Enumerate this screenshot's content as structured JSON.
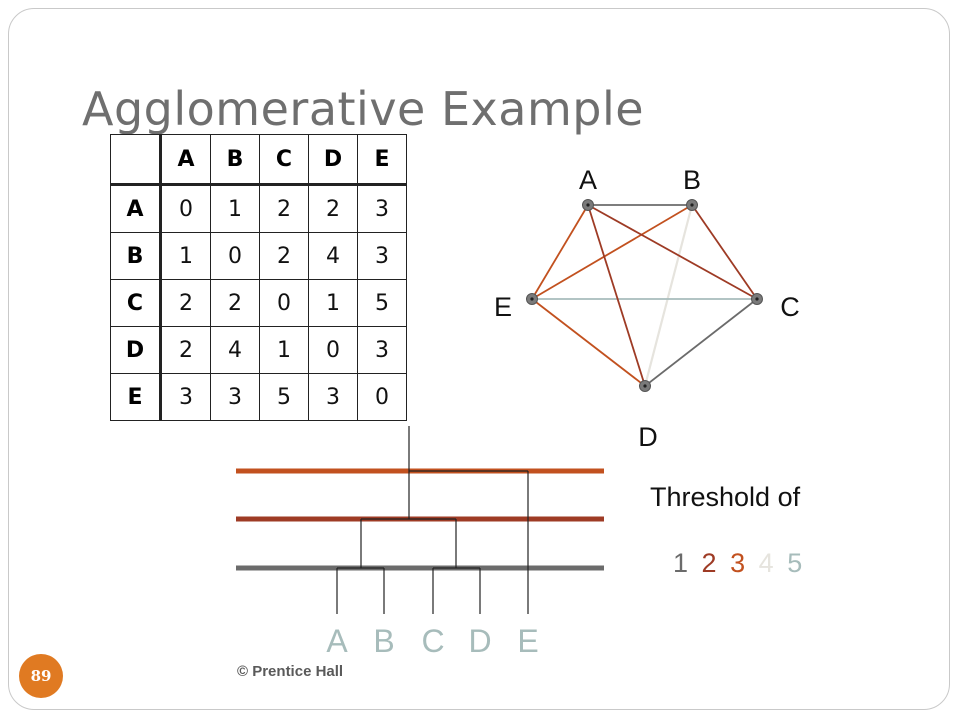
{
  "slide": {
    "title": "Agglomerative Example",
    "page_number": "89",
    "footer": "© Prentice Hall"
  },
  "matrix": {
    "columns": [
      "A",
      "B",
      "C",
      "D",
      "E"
    ],
    "rows": [
      {
        "label": "A",
        "values": [
          "0",
          "1",
          "2",
          "2",
          "3"
        ]
      },
      {
        "label": "B",
        "values": [
          "1",
          "0",
          "2",
          "4",
          "3"
        ]
      },
      {
        "label": "C",
        "values": [
          "2",
          "2",
          "0",
          "1",
          "5"
        ]
      },
      {
        "label": "D",
        "values": [
          "2",
          "4",
          "1",
          "0",
          "3"
        ]
      },
      {
        "label": "E",
        "values": [
          "3",
          "3",
          "5",
          "3",
          "0"
        ]
      }
    ]
  },
  "graph": {
    "nodes": [
      "A",
      "B",
      "C",
      "D",
      "E"
    ],
    "edges": [
      {
        "from": "A",
        "to": "B",
        "weight": 1
      },
      {
        "from": "A",
        "to": "C",
        "weight": 2
      },
      {
        "from": "A",
        "to": "D",
        "weight": 2
      },
      {
        "from": "A",
        "to": "E",
        "weight": 3
      },
      {
        "from": "B",
        "to": "C",
        "weight": 2
      },
      {
        "from": "B",
        "to": "D",
        "weight": 4
      },
      {
        "from": "B",
        "to": "E",
        "weight": 3
      },
      {
        "from": "C",
        "to": "D",
        "weight": 1
      },
      {
        "from": "C",
        "to": "E",
        "weight": 5
      },
      {
        "from": "D",
        "to": "E",
        "weight": 3
      }
    ]
  },
  "dendrogram": {
    "leaves": [
      "A",
      "B",
      "C",
      "D",
      "E"
    ],
    "thresholds": [
      1,
      2,
      3
    ]
  },
  "threshold": {
    "label": "Threshold of",
    "values": [
      "1",
      "2",
      "3",
      "4",
      "5"
    ]
  },
  "colors": {
    "w1": "#6b6b6b",
    "w2": "#9e3b25",
    "w3": "#c2511f",
    "w4": "#e6e4de",
    "w5": "#a7bcbb",
    "leaf_label": "#a7bcbb"
  }
}
